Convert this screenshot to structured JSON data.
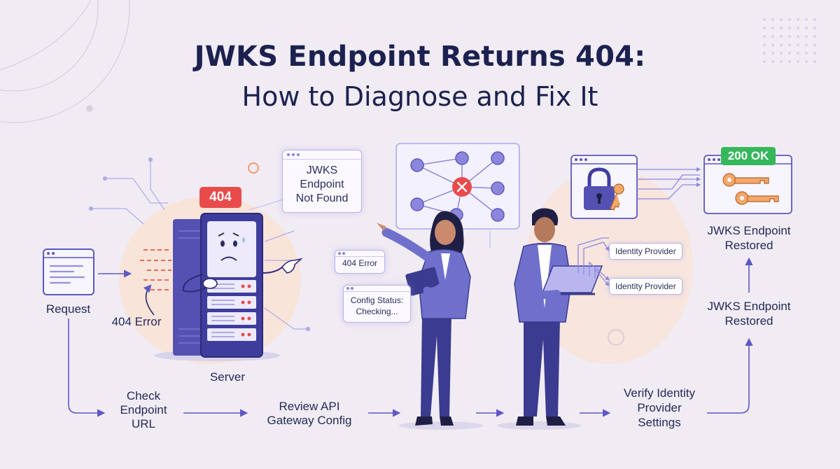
{
  "title": {
    "line1": "JWKS Endpoint Returns 404:",
    "line2": "How to Diagnose and Fix It"
  },
  "labels": {
    "request": "Request",
    "error_404": "404 Error",
    "server": "Server",
    "check_endpoint": [
      "Check",
      "Endpoint",
      "URL"
    ],
    "review_gateway": [
      "Review API",
      "Gateway Config"
    ],
    "verify_idp": [
      "Verify Identity",
      "Provider",
      "Settings"
    ],
    "restored_lower": [
      "JWKS Endpoint",
      "Restored"
    ],
    "restored_upper": [
      "JWKS Endpoint",
      "Restored"
    ]
  },
  "badges": {
    "error": "404",
    "ok": "200 OK"
  },
  "cards": {
    "not_found": [
      "JWKS",
      "Endpoint",
      "Not Found"
    ],
    "error_small": "404 Error",
    "config_status": [
      "Config Status:",
      "Checking..."
    ],
    "idp_1": "Identity Provider",
    "idp_2": "Identity Provider"
  },
  "colors": {
    "background": "#f1ecf3",
    "navy": "#1c2150",
    "accent_purple": "#6b63c9",
    "error_red": "#e84b4a",
    "success_green": "#37b75c",
    "key_orange": "#f3a86a"
  }
}
